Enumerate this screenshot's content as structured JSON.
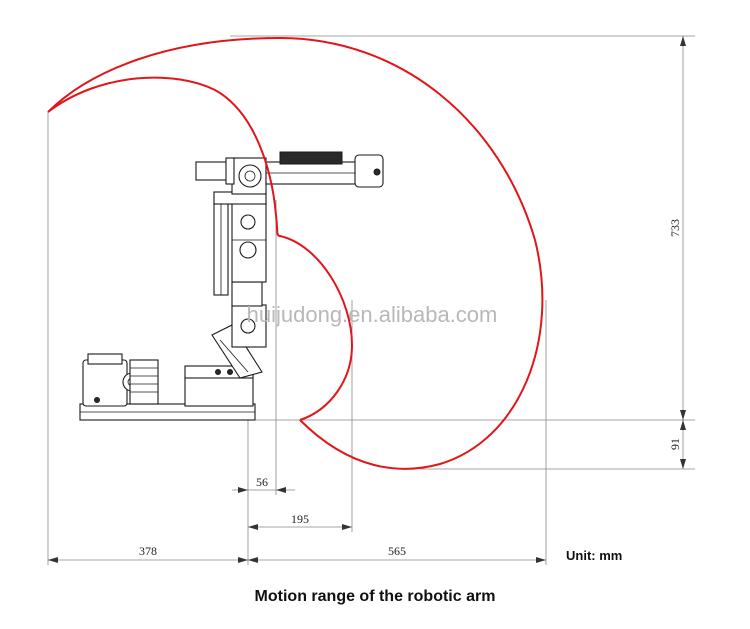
{
  "dimensions": {
    "height_upper": "733",
    "height_lower": "91",
    "offset_small": "56",
    "inner_reach": "195",
    "rear_extent": "378",
    "max_reach": "565"
  },
  "unit_label": "Unit: mm",
  "caption": "Motion range of the robotic arm",
  "watermark": "huijudong.en.alibaba.com",
  "colors": {
    "range_curve": "#e0161b",
    "dimension_line": "#888888",
    "mechanism_outline": "#1a1a1a"
  }
}
